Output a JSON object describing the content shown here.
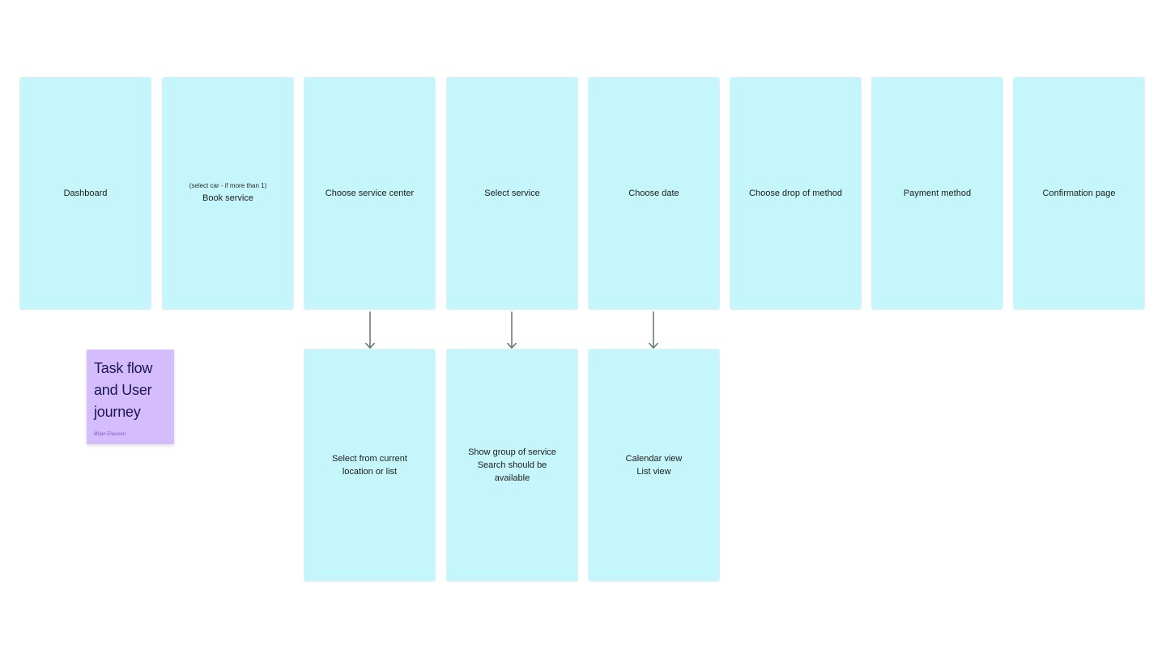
{
  "colors": {
    "card": "#c5f6fb",
    "sticky": "#d5bdfd",
    "arrow": "#5d7471",
    "sticky_title": "#1b1457"
  },
  "flow": {
    "dashboard": "Dashboard",
    "book_service_note": "(select car - if more than 1)",
    "book_service": "Book service",
    "choose_service_center": "Choose service center",
    "select_service": "Select service",
    "choose_date": "Choose date",
    "choose_drop_method": "Choose drop of method",
    "payment_method": "Payment method",
    "confirmation_page": "Confirmation page"
  },
  "details": {
    "service_center": "Select from current\nlocation or list",
    "service_group": "Show group of service\nSearch should be\navailable",
    "date_views": "Calendar view\nList view"
  },
  "sticky": {
    "title": "Task flow\nand User\njourney",
    "author": "Ørjan Eliassen"
  }
}
